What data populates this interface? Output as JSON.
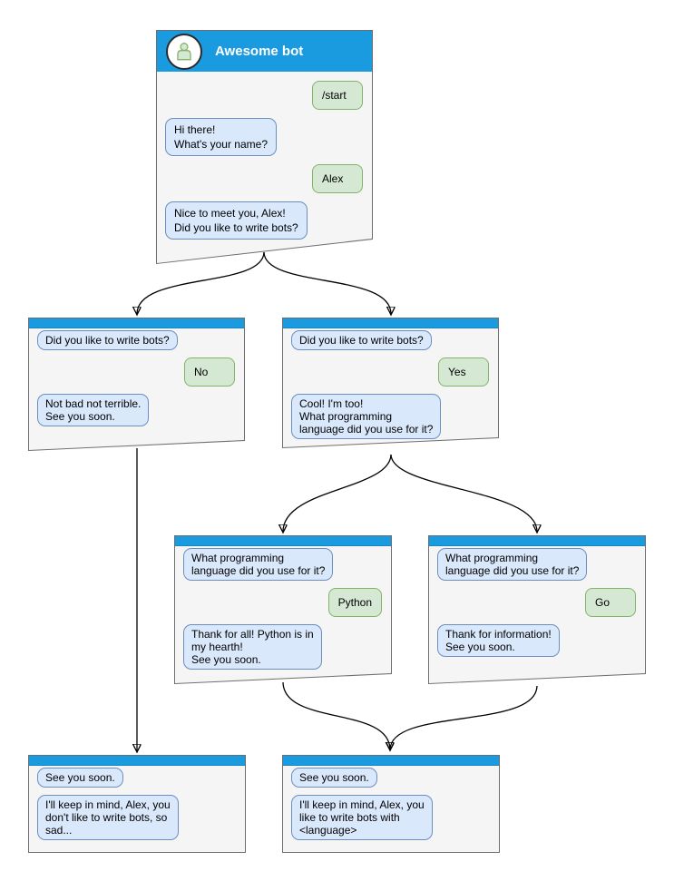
{
  "colors": {
    "header_blue": "#1a9bdf",
    "window_fill": "#f5f5f5",
    "window_border": "#6e6e6e",
    "bot_bubble_fill": "#dae8fc",
    "bot_bubble_border": "#6c8ebf",
    "user_bubble_fill": "#d5e8d4",
    "user_bubble_border": "#82b366"
  },
  "icons": {
    "avatar": "person-icon"
  },
  "windows": [
    {
      "id": "root",
      "title": "Awesome bot",
      "messages": [
        {
          "from": "user",
          "text": "/start"
        },
        {
          "from": "bot",
          "text": "Hi there!\nWhat's your name?"
        },
        {
          "from": "user",
          "text": "Alex"
        },
        {
          "from": "bot",
          "text": "Nice to meet you, Alex!\nDid you like to write bots?"
        }
      ]
    },
    {
      "id": "branch-no",
      "messages": [
        {
          "from": "bot",
          "text": "Did you like to write bots?"
        },
        {
          "from": "user",
          "text": "No"
        },
        {
          "from": "bot",
          "text": "Not bad not terrible.\nSee you soon."
        }
      ]
    },
    {
      "id": "branch-yes",
      "messages": [
        {
          "from": "bot",
          "text": "Did you like to write bots?"
        },
        {
          "from": "user",
          "text": "Yes"
        },
        {
          "from": "bot",
          "text": "Cool! I'm too!\nWhat programming\nlanguage did you use for it?"
        }
      ]
    },
    {
      "id": "branch-python",
      "messages": [
        {
          "from": "bot",
          "text": "What programming\nlanguage did you use for it?"
        },
        {
          "from": "user",
          "text": "Python"
        },
        {
          "from": "bot",
          "text": "Thank for all! Python is in\nmy hearth!\nSee you soon."
        }
      ]
    },
    {
      "id": "branch-go",
      "messages": [
        {
          "from": "bot",
          "text": "What programming\nlanguage did you use for it?"
        },
        {
          "from": "user",
          "text": "Go"
        },
        {
          "from": "bot",
          "text": "Thank for information!\nSee you soon."
        }
      ]
    },
    {
      "id": "end-no",
      "messages": [
        {
          "from": "bot",
          "text": "See you soon."
        },
        {
          "from": "bot",
          "text": "I'll keep in mind, Alex, you\ndon't like to write bots, so\nsad..."
        }
      ]
    },
    {
      "id": "end-yes",
      "messages": [
        {
          "from": "bot",
          "text": "See you soon."
        },
        {
          "from": "bot",
          "text": "I'll keep in mind, Alex, you\nlike to write bots with\n<language>"
        }
      ]
    }
  ],
  "edges": [
    {
      "from": "root",
      "to": "branch-no"
    },
    {
      "from": "root",
      "to": "branch-yes"
    },
    {
      "from": "branch-no",
      "to": "end-no"
    },
    {
      "from": "branch-yes",
      "to": "branch-python"
    },
    {
      "from": "branch-yes",
      "to": "branch-go"
    },
    {
      "from": "branch-python",
      "to": "end-yes"
    },
    {
      "from": "branch-go",
      "to": "end-yes"
    }
  ]
}
